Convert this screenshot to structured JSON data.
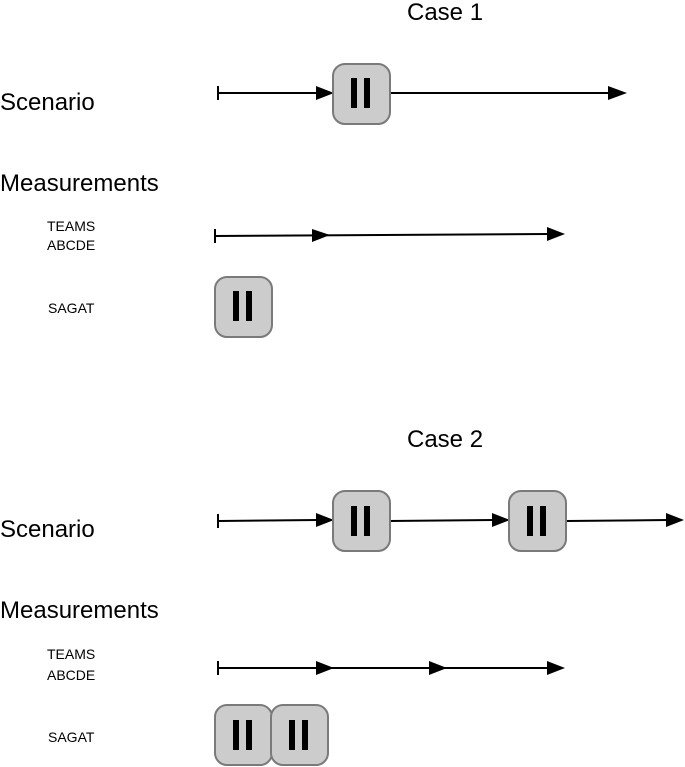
{
  "case1": {
    "title": "Case 1",
    "scenario_label": "Scenario",
    "measurements_label": "Measurements",
    "teams_label_line1": "TEAMS",
    "teams_label_line2": "ABCDE",
    "sagat_label": "SAGAT"
  },
  "case2": {
    "title": "Case 2",
    "scenario_label": "Scenario",
    "measurements_label": "Measurements",
    "teams_label_line1": "TEAMS",
    "teams_label_line2": "ABCDE",
    "sagat_label": "SAGAT"
  },
  "icons": {
    "pause": "pause-icon"
  },
  "colors": {
    "pause_fill": "#cccccc",
    "pause_stroke": "#7a7a7a",
    "line": "#000000"
  }
}
